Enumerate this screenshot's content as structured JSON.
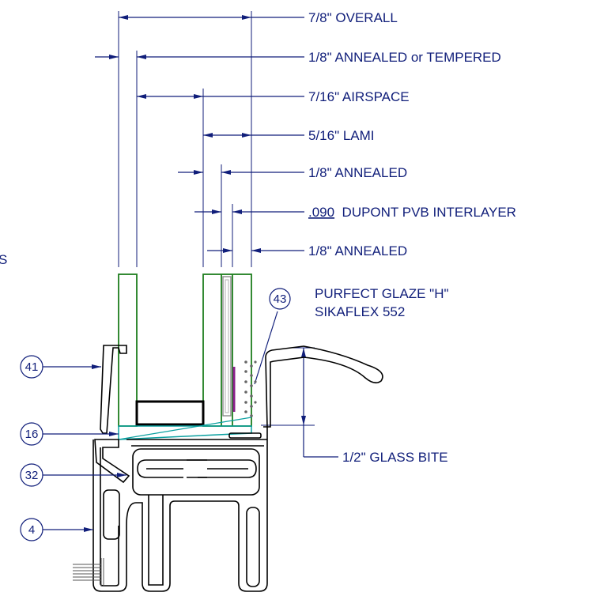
{
  "dimensions": {
    "overall": "7/8\"  OVERALL",
    "outer_lite": "1/8\"  ANNEALED or TEMPERED",
    "airspace": "7/16\"  AIRSPACE",
    "lami": "5/16\"  LAMI",
    "annealed_1": "1/8\"  ANNEALED",
    "interlayer_value": ".090",
    "interlayer_text": "  DUPONT PVB INTERLAYER",
    "annealed_2": "1/8\"  ANNEALED",
    "glass_bite": "1/2\"  GLASS BITE"
  },
  "notes": {
    "left_fragment": "S",
    "sealant_line1": "PURFECT GLAZE \"H\"",
    "sealant_line2": "SIKAFLEX 552"
  },
  "callouts": [
    "43",
    "41",
    "16",
    "32",
    "4"
  ],
  "colors": {
    "dimension": "#101e7a",
    "glass": "#1e7d1e",
    "profile": "#000000",
    "interlayer": "#8a1f8a",
    "setting_block_tape": "#0aa0a0"
  }
}
